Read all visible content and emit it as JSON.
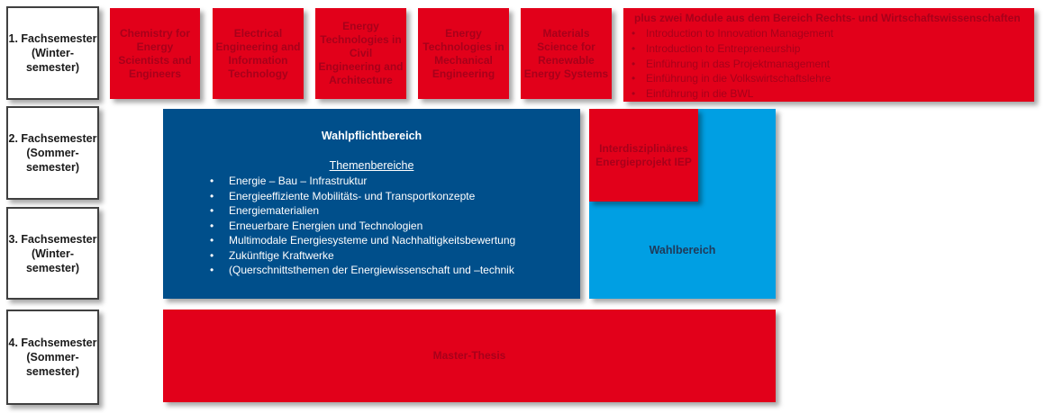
{
  "semesters": [
    {
      "number": "1. Fachsemester",
      "term_a": "(Winter-",
      "term_b": "semester)"
    },
    {
      "number": "2. Fachsemester",
      "term_a": "(Sommer-",
      "term_b": "semester)"
    },
    {
      "number": "3. Fachsemester",
      "term_a": "(Winter-",
      "term_b": "semester)"
    },
    {
      "number": "4. Fachsemester",
      "term_a": "(Sommer-",
      "term_b": "semester)"
    }
  ],
  "first_semester_modules": [
    {
      "lines": [
        "Chemistry for",
        "Energy",
        "Scientists and",
        "Engineers"
      ]
    },
    {
      "lines": [
        "Electrical",
        "Engineering and",
        "Information",
        "Technology"
      ]
    },
    {
      "lines": [
        "Energy",
        "Technologies in",
        "Civil",
        "Engineering and",
        "Architecture"
      ]
    },
    {
      "lines": [
        "Energy",
        "Technologies in",
        "Mechanical",
        "Engineering"
      ]
    },
    {
      "lines": [
        "Materials",
        "Science for",
        "Renewable",
        "Energy Systems"
      ]
    }
  ],
  "additional_modules": {
    "heading": "plus zwei Module aus dem Bereich Rechts- und Wirtschaftswissenschaften",
    "items": [
      "Introduction to Innovation Management",
      "Introduction to Entrepreneurship",
      "Einführung in das Projektmanagement",
      "Einführung in die Volkswirtschaftslehre",
      "Einführung in die BWL"
    ]
  },
  "elective_area": {
    "title": "Wahlpflichtbereich",
    "subtitle": "Themenbereiche",
    "topics": [
      "Energie – Bau – Infrastruktur",
      "Energieeffiziente Mobilitäts- und Transportkonzepte",
      "Energiematerialien",
      "Erneuerbare Energien und Technologien",
      "Multimodale Energiesysteme und Nachhaltigkeitsbewertung",
      "Zukünftige Kraftwerke",
      "(Querschnittsthemen der Energiewissenschaft und –technik"
    ]
  },
  "iep": {
    "lines": [
      "Interdisziplinäres",
      "Energieprojekt IEP"
    ]
  },
  "optional_area": {
    "label": "Wahlbereich"
  },
  "thesis": {
    "label": "Master-Thesis"
  },
  "colors": {
    "red": "#e2001a",
    "dark_blue": "#004f8b",
    "light_blue": "#009fe3"
  }
}
